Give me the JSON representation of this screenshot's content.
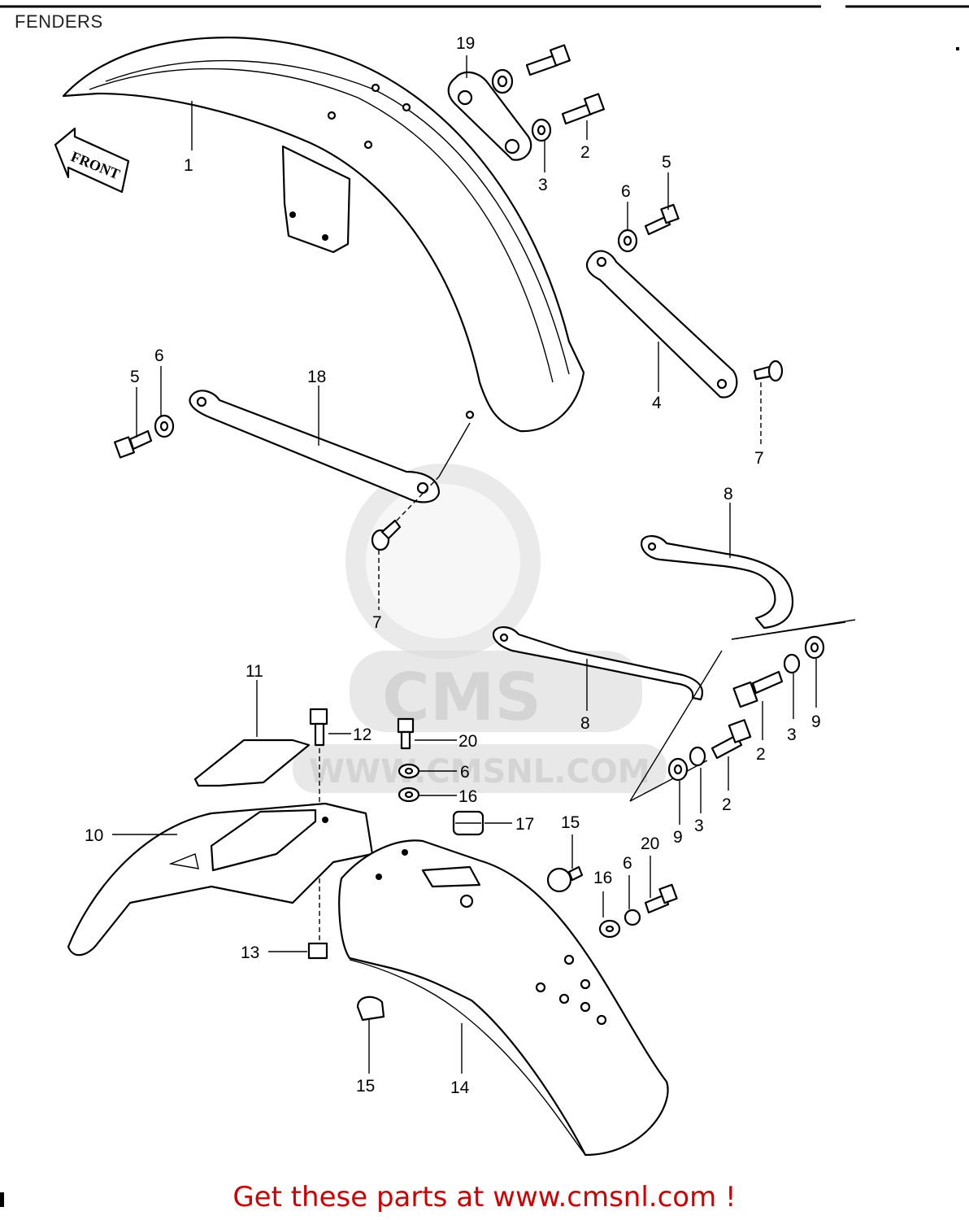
{
  "title": "FENDERS",
  "front_arrow": "FRONT",
  "watermark": {
    "brand": "CMS",
    "url": "WWW.CMSNL.COM"
  },
  "footer": "Get these parts at www.cmsnl.com !",
  "callouts": {
    "c1": "1",
    "c2a": "2",
    "c2b": "2",
    "c2c": "2",
    "c3a": "3",
    "c3b": "3",
    "c3c": "3",
    "c4": "4",
    "c5a": "5",
    "c5b": "5",
    "c6a": "6",
    "c6b": "6",
    "c6c": "6",
    "c6d": "6",
    "c7a": "7",
    "c7b": "7",
    "c8a": "8",
    "c8b": "8",
    "c9a": "9",
    "c9b": "9",
    "c10": "10",
    "c11": "11",
    "c12": "12",
    "c13": "13",
    "c14": "14",
    "c15a": "15",
    "c15b": "15",
    "c16a": "16",
    "c16b": "16",
    "c17": "17",
    "c18": "18",
    "c19": "19",
    "c20a": "20",
    "c20b": "20"
  }
}
